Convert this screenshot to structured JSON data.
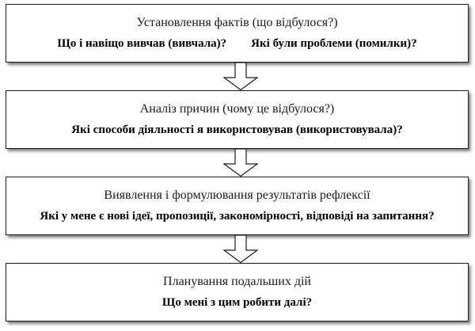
{
  "diagram": {
    "boxes": [
      {
        "title": "Установлення фактів (що відбулося?)",
        "questions": [
          "Що і навіщо вивчав (вивчала)?",
          "Які були проблеми (помилки)?"
        ]
      },
      {
        "title": "Аналіз причин (чому це відбулося?)",
        "questions": [
          "Які способи діяльності я використовував (використовувала)?"
        ]
      },
      {
        "title": "Виявлення і формулювання результатів рефлексії",
        "questions": [
          "Які у мене є нові ідеї, пропозиції, закономірності, відповіді на запитання?"
        ]
      },
      {
        "title": "Планування подальших дій",
        "questions": [
          "Що мені з цим робити далі?"
        ]
      }
    ],
    "icons": {
      "down_arrow": "⇩ hollow block arrow pointing down"
    },
    "colors": {
      "box_background": "#ffffff",
      "border": "#1c1c1c",
      "text": "#000000",
      "shadow": "rgba(0,0,0,0.5)"
    }
  }
}
